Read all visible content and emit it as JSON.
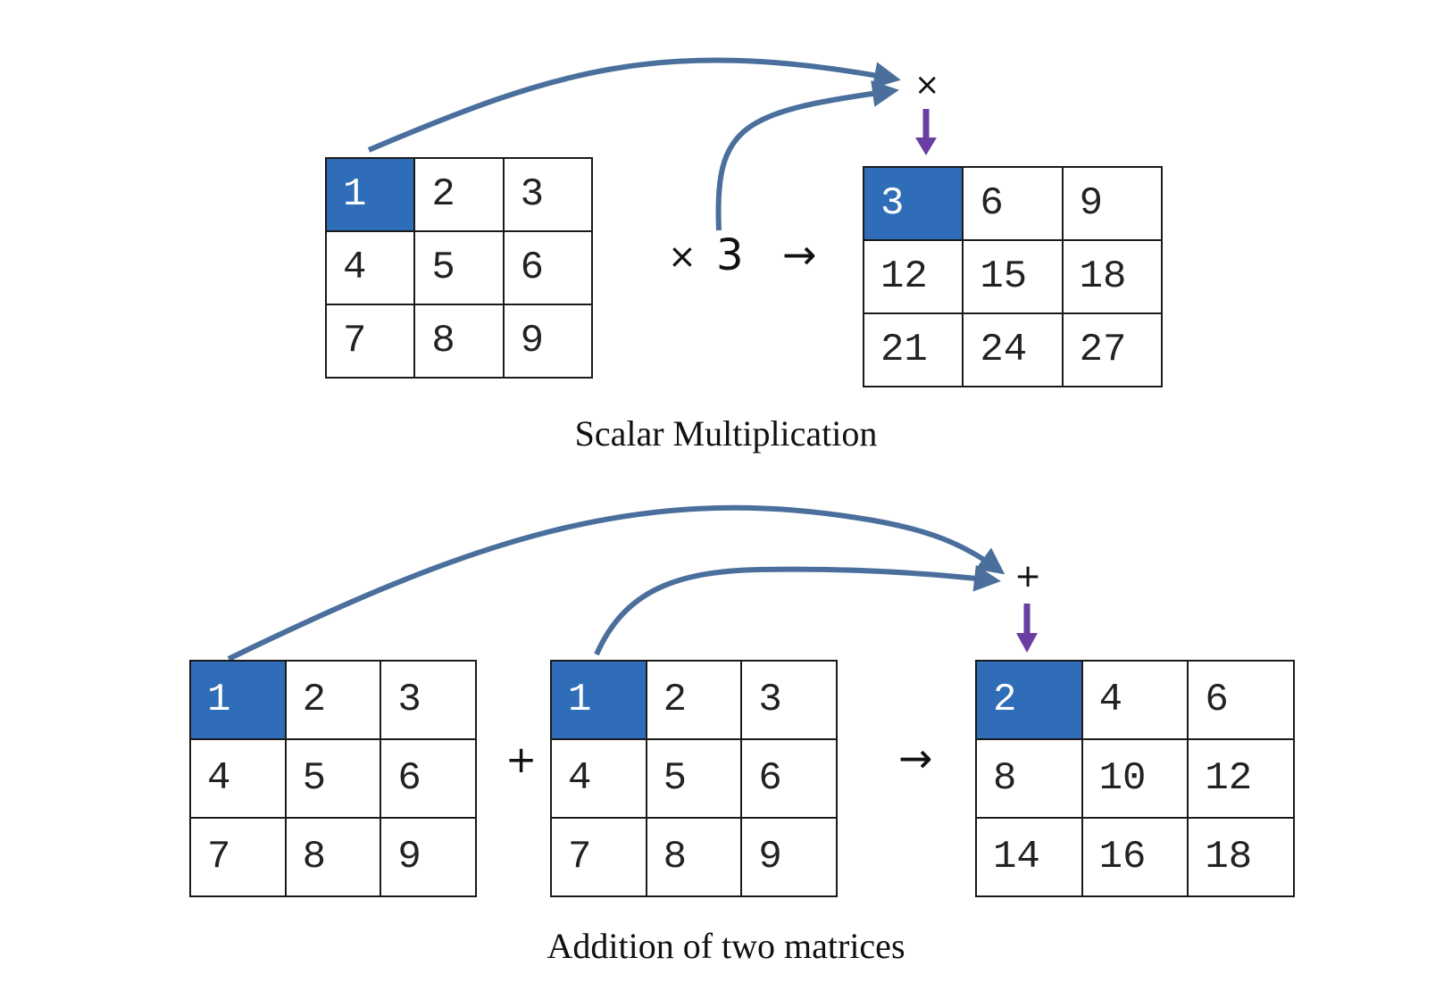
{
  "scalar": {
    "input": [
      [
        "1",
        "2",
        "3"
      ],
      [
        "4",
        "5",
        "6"
      ],
      [
        "7",
        "8",
        "9"
      ]
    ],
    "operator": "×",
    "scalar": "3",
    "arrow": "→",
    "top_operator": "×",
    "result": [
      [
        "3",
        "6",
        "9"
      ],
      [
        "12",
        "15",
        "18"
      ],
      [
        "21",
        "24",
        "27"
      ]
    ],
    "caption": "Scalar Multiplication"
  },
  "addition": {
    "matrix_a": [
      [
        "1",
        "2",
        "3"
      ],
      [
        "4",
        "5",
        "6"
      ],
      [
        "7",
        "8",
        "9"
      ]
    ],
    "operator": "+",
    "matrix_b": [
      [
        "1",
        "2",
        "3"
      ],
      [
        "4",
        "5",
        "6"
      ],
      [
        "7",
        "8",
        "9"
      ]
    ],
    "arrow": "→",
    "top_operator": "+",
    "result": [
      [
        "2",
        "4",
        "6"
      ],
      [
        "8",
        "10",
        "12"
      ],
      [
        "14",
        "16",
        "18"
      ]
    ],
    "caption": "Addition of two matrices"
  },
  "colors": {
    "highlight": "#2f6db8",
    "curve_arrow": "#4a6f9c",
    "down_arrow": "#6a3ea1"
  }
}
